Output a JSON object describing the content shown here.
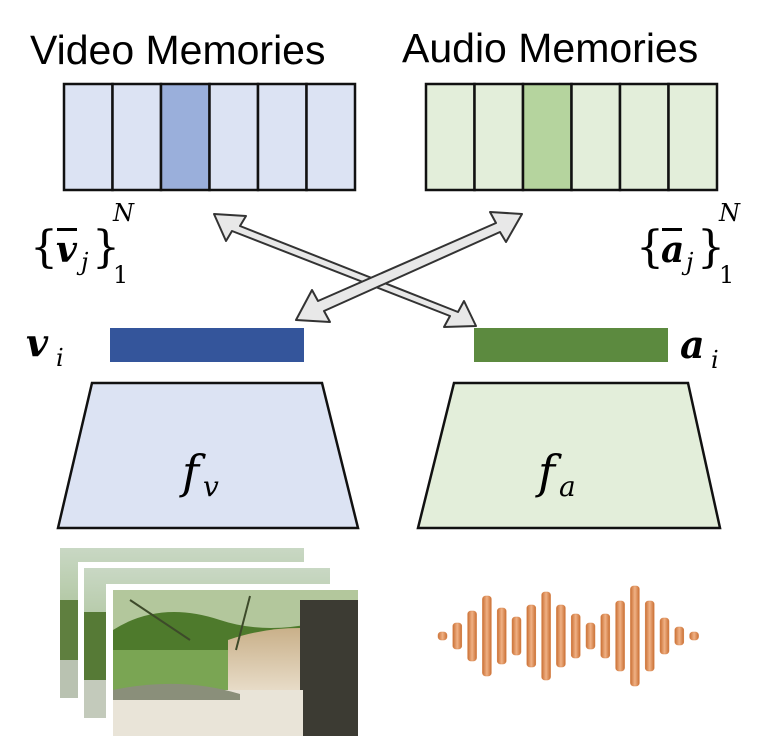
{
  "video_memories": {
    "title": "Video Memories",
    "slot_count": 6,
    "highlighted_slot": 2,
    "fill": "#dce3f3",
    "highlight_fill": "#9aafdb",
    "stroke": "#111111",
    "set_symbol": "v",
    "set_index": "j",
    "set_upper": "N",
    "set_lower": "1"
  },
  "audio_memories": {
    "title": "Audio Memories",
    "slot_count": 6,
    "highlighted_slot": 2,
    "fill": "#e3eeda",
    "highlight_fill": "#b5d49e",
    "stroke": "#111111",
    "set_symbol": "a",
    "set_index": "j",
    "set_upper": "N",
    "set_lower": "1"
  },
  "video_embedding": {
    "symbol": "v",
    "index": "i",
    "color": "#34559b"
  },
  "audio_embedding": {
    "symbol": "a",
    "index": "i",
    "color": "#5c8a3f"
  },
  "video_encoder": {
    "symbol": "f",
    "subscript": "v",
    "fill": "#dce3f3"
  },
  "audio_encoder": {
    "symbol": "f",
    "subscript": "a",
    "fill": "#e3eeda"
  },
  "arrow_color": "#e8e8e8",
  "waveform_color": "#d98850",
  "video_frames_count": 3
}
